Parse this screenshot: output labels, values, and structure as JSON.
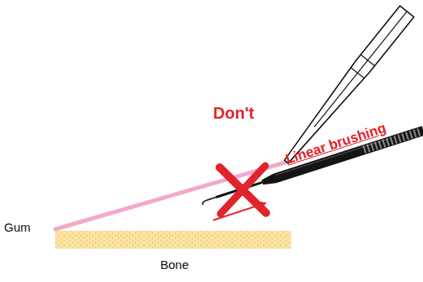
{
  "diagram": {
    "labels": [
      "Don't",
      "Linear brushing",
      "Gum",
      "Bone"
    ]
  }
}
